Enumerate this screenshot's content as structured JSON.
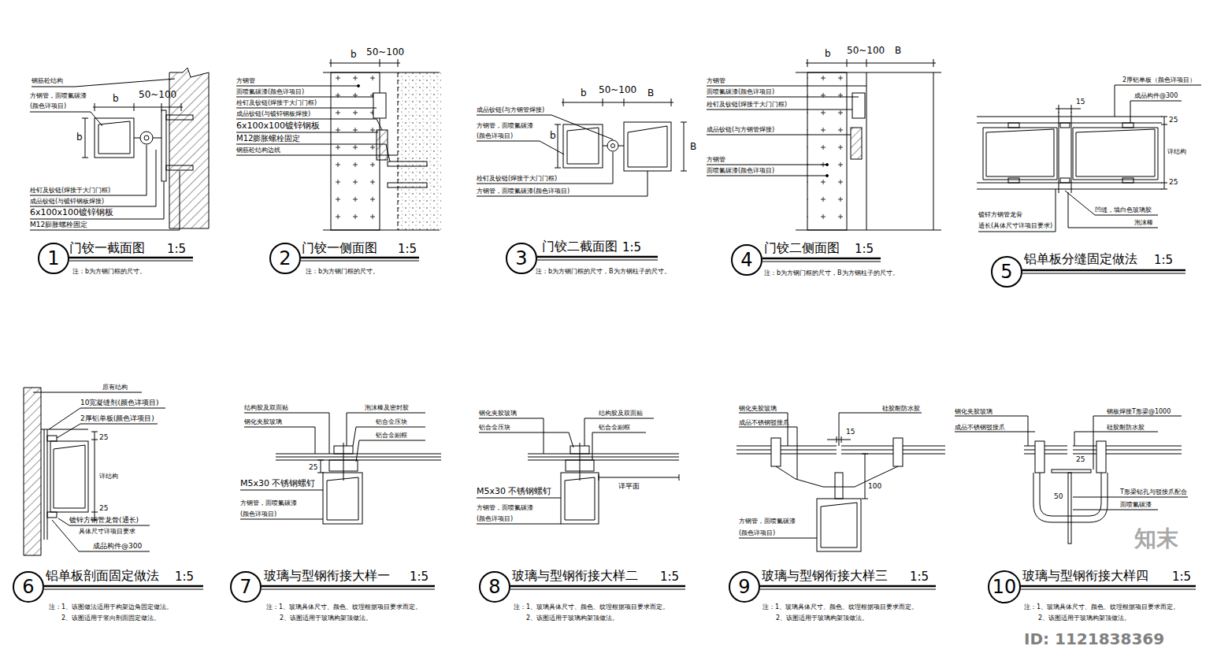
{
  "diagram": {
    "nodes": [
      {
        "text": [
          "1"
        ]
      },
      {
        "text": [
          "2"
        ]
      },
      {
        "text": [
          "3"
        ]
      },
      {
        "text": [
          "4"
        ]
      },
      {
        "text": [
          "5"
        ]
      },
      {
        "text": [
          "6"
        ]
      },
      {
        "text": [
          "7"
        ]
      },
      {
        "text": [
          "8"
        ]
      },
      {
        "text": [
          "9"
        ]
      },
      {
        "text": [
          "10"
        ]
      }
    ],
    "labels": [
      "钢筋砼结构",
      "b",
      "50~100",
      "方钢管，面喷氟碳漆",
      "(颜色详项目)",
      "b",
      "栓钉及铰链(焊接于大门门框)",
      "成品铰链(与镀锌钢板焊接)",
      "6x100x100镀锌钢板",
      "M12膨胀螺栓固定",
      "门铰一截面图",
      "1:5",
      "注：b为方钢门框的尺寸。",
      "b",
      "50~100",
      "方钢管",
      "面喷氟碳漆(颜色详项目)",
      "栓钉及铰链(焊接于大门门框)",
      "成品铰链(与镀锌钢板焊接)",
      "6x100x100镀锌钢板",
      "M12膨胀螺栓固定",
      "钢筋砼结构边线",
      "门铰一侧面图",
      "1:5",
      "注：b为方钢门框的尺寸。",
      "成品铰链(与方钢管焊接)",
      "b",
      "50~100",
      "B",
      "方钢管，面喷氟碳漆",
      "(颜色详项目)",
      "b",
      "B",
      "栓钉及铰链(焊接于大门门框)",
      "方钢管，面喷氟碳漆(颜色详项目)",
      "门铰二截面图",
      "1:5",
      "注：b为方钢门框的尺寸，B为方钢柱子的尺寸。",
      "b",
      "50~100",
      "B",
      "方钢管",
      "面喷氟碳漆(颜色详项目)",
      "栓钉及铰链(焊接于大门门框)",
      "成品铰链(与方钢管焊接)",
      "方钢管",
      "面喷氟碳漆(颜色详项目)",
      "门铰二侧面图",
      "1:5",
      "注：b为方钢门框的尺寸，B为方钢柱子的尺寸。",
      "2厚铝单板（颜色详项目）",
      "成品构件@300",
      "15",
      "25",
      "详结构",
      "25",
      "凹缝，填白色玻璃胶",
      "泡沫棒",
      "镀锌方钢管龙骨",
      "通长(具体尺寸详项目要求)",
      "铝单板分缝固定做法",
      "1:5",
      "原有结构",
      "10宽凝缝剂(颜色详项目)",
      "2厚铝单板(颜色详项目)",
      "25",
      "详结构",
      "25",
      "镀锌方钢管龙骨(通长)",
      "具体尺寸详项目要求",
      "成品构件@300",
      "铝单板剖面固定做法",
      "1:5",
      "注：1、该图做法适用于构架边角固定做法。",
      "2、该图适用于竖向剖面固定做法。",
      "结构胶及双面贴",
      "泡沫棒及密封胶",
      "钢化夹胶玻璃",
      "铝合金压块",
      "铝合金副框",
      "25",
      "M5x30 不锈钢螺钉",
      "方钢管，面喷氟碳漆",
      "(颜色详项目)",
      "玻璃与型钢衔接大样一",
      "1:5",
      "注：1、玻璃具体尺寸、颜色、纹理根据项目要求而定。",
      "2、该图适用于玻璃构架顶做法。",
      "钢化夹胶玻璃",
      "结构胶及双面贴",
      "铝合金压块",
      "铝合金副框",
      "M5x30 不锈钢螺钉",
      "详平面",
      "方钢管，面喷氟碳漆",
      "(颜色详项目)",
      "玻璃与型钢衔接大样二",
      "1:5",
      "注：1、玻璃具体尺寸、颜色、纹理根据项目要求而定。",
      "2、该图适用于玻璃构架顶做法。",
      "钢化夹胶玻璃",
      "硅胶耐防水胶",
      "成品不锈钢驳接爪",
      "15",
      "100",
      "方钢管，面喷氟碳漆",
      "(颜色详项目)",
      "玻璃与型钢衔接大样三",
      "1:5",
      "注：1、玻璃具体尺寸、颜色、纹理根据项目要求而定。",
      "2、该图适用于玻璃构架顶做法。",
      "钢化夹胶玻璃",
      "钢板焊接T形梁@1000",
      "成品不锈钢驳接爪",
      "硅胶耐防水胶",
      "25",
      "50",
      "T形梁钻孔与驳接爪配合",
      "面喷氟碳漆",
      "玻璃与型钢衔接大样四",
      "1:5",
      "注：1、玻璃具体尺寸、颜色、纹理根据项目要求而定。",
      "2、该图适用于玻璃构架顶做法。",
      "知末",
      "ID: 1121838369"
    ]
  }
}
